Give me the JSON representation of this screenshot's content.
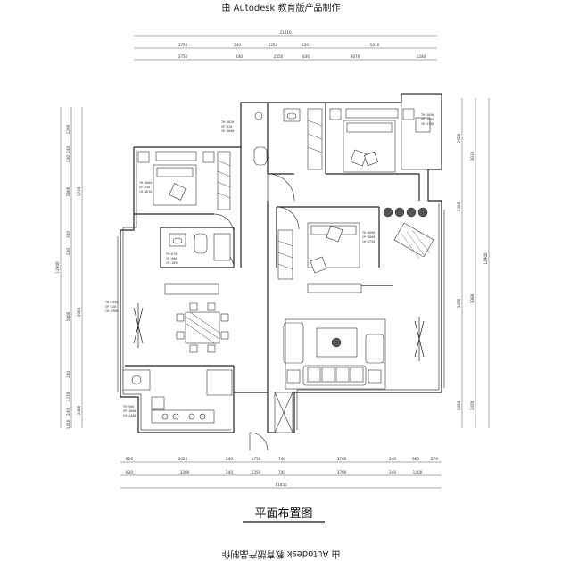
{
  "watermark_top": "由 Autodesk 教育版产品制作",
  "watermark_bottom": "由 Autodesk 教育版产品制作",
  "title": "平面布置图",
  "dims_top_total": "21410",
  "dims_top_row1": [
    "3750",
    "240",
    "2250",
    "830",
    "5910"
  ],
  "dims_top_row2": [
    "3750",
    "240",
    "2550",
    "830",
    "3670",
    "1240"
  ],
  "dims_bottom_row1": [
    "820",
    "3020",
    "240",
    "1750",
    "740",
    "3700",
    "240",
    "960",
    "270"
  ],
  "dims_bottom_row2": [
    "820",
    "3300",
    "240",
    "1250",
    "740",
    "3700",
    "240",
    "1400"
  ],
  "dims_bottom_total": "11050",
  "dims_left_outer": [
    "12900"
  ],
  "dims_left_a": [
    "1290",
    "240",
    "240",
    "2800",
    "300",
    "240",
    "5800",
    "240",
    "1270",
    "240",
    "1450"
  ],
  "dims_left_b": [
    "1720",
    "4800",
    "2400"
  ],
  "dims_right_a": [
    "2600",
    "1380",
    "3450",
    "1450"
  ],
  "dims_right_b": [
    "3010",
    "3380",
    "1450"
  ],
  "dims_right_outer": [
    "12900"
  ],
  "room_tags": [
    {
      "id": "tag-bath1",
      "lines": [
        "TH:1820",
        "SP:320",
        "CH:1600"
      ]
    },
    {
      "id": "tag-bed1",
      "lines": [
        "TH:3600",
        "SP:150",
        "CH:1810"
      ]
    },
    {
      "id": "tag-bed2",
      "lines": [
        "TH:1650",
        "SP:1600",
        "CH:1750"
      ]
    },
    {
      "id": "tag-bath2",
      "lines": [
        "TH:870",
        "SP:500",
        "CH:1850"
      ]
    },
    {
      "id": "tag-bed3",
      "lines": [
        "TH:4660",
        "SP:1800",
        "CH:1750"
      ]
    },
    {
      "id": "tag-dining",
      "lines": [
        "TH:4450",
        "SP:320",
        "CH:2300"
      ]
    },
    {
      "id": "tag-kitchen",
      "lines": [
        "TH:900",
        "SP:1800",
        "CH:1400"
      ]
    }
  ]
}
